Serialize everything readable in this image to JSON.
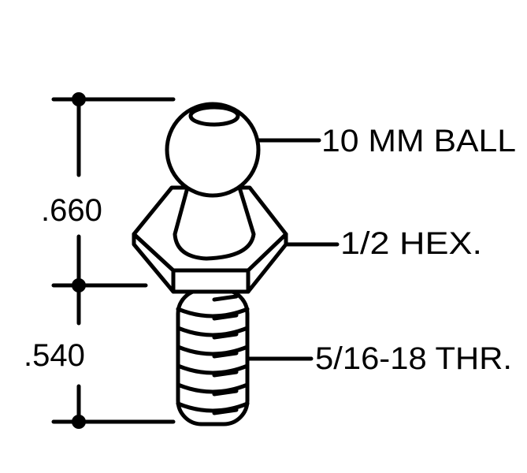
{
  "dimensions": {
    "upper": ".660",
    "lower": ".540"
  },
  "callouts": {
    "ball": "10 MM BALL",
    "hex": "1/2 HEX.",
    "thread": "5/16-18 THR."
  }
}
